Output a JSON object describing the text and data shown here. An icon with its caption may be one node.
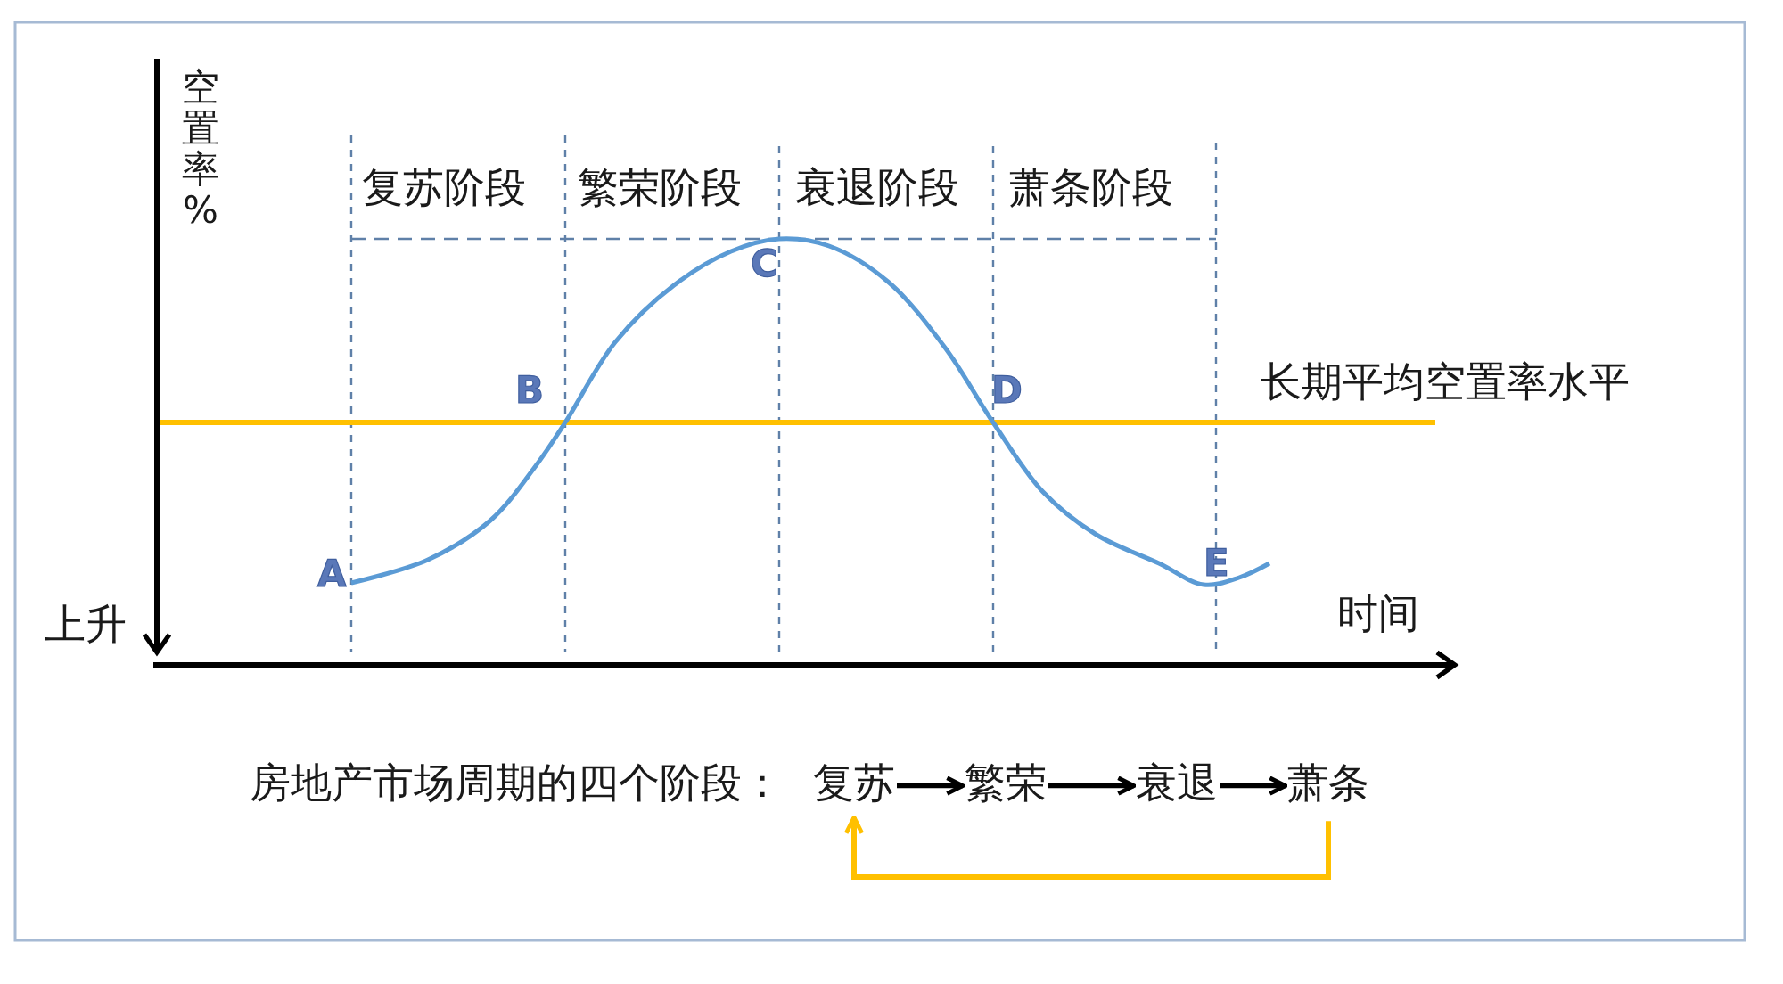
{
  "diagram": {
    "nodes": [
      {
        "text": [
          "复苏"
        ]
      },
      {
        "text": [
          "繁荣"
        ]
      },
      {
        "text": [
          "衰退"
        ]
      },
      {
        "text": [
          "萧条"
        ]
      }
    ],
    "edges": [
      {
        "from": 0,
        "to": 1,
        "arrow": "to"
      },
      {
        "from": 1,
        "to": 2,
        "arrow": "to"
      },
      {
        "from": 2,
        "to": 3,
        "arrow": "to"
      },
      {
        "from": 3,
        "to": 0,
        "arrow": "to",
        "color": "#ffc000"
      }
    ],
    "labels": [
      "空置率 %",
      "复苏阶段",
      "繁荣阶段",
      "衰退阶段",
      "萧条阶段",
      "C",
      "B",
      "D",
      "长期平均空置率水平",
      "A",
      "E",
      "上升",
      "时间",
      "房地产市场周期的四个阶段："
    ]
  }
}
